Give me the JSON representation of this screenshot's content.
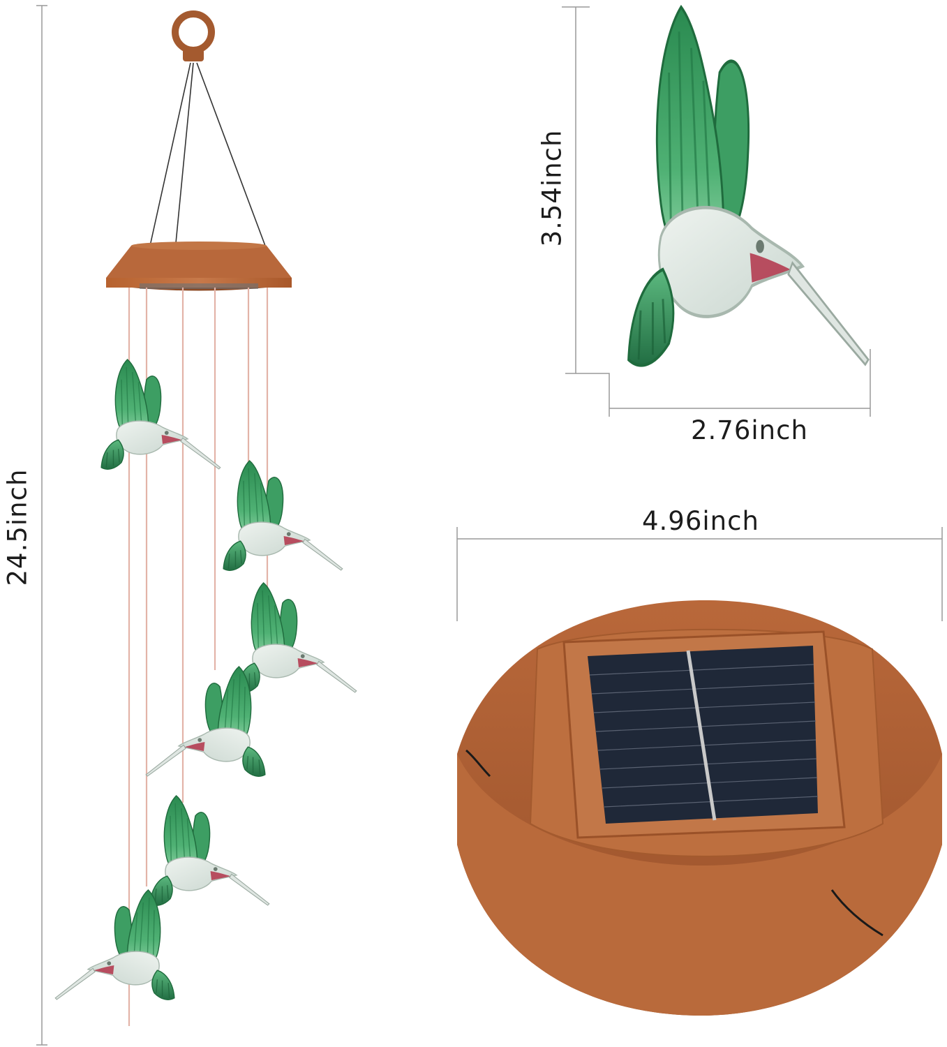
{
  "dimensions": {
    "total_height": "24.5inch",
    "bird_height": "3.54inch",
    "bird_width": "2.76inch",
    "top_diameter": "4.96inch"
  },
  "colors": {
    "bird_green": "#2e8f56",
    "bird_green_light": "#6cc48b",
    "base_brown": "#a85a2c",
    "solar_panel": "#1f2838",
    "beak_red": "#b23349",
    "cord": "#e3b3a8"
  }
}
